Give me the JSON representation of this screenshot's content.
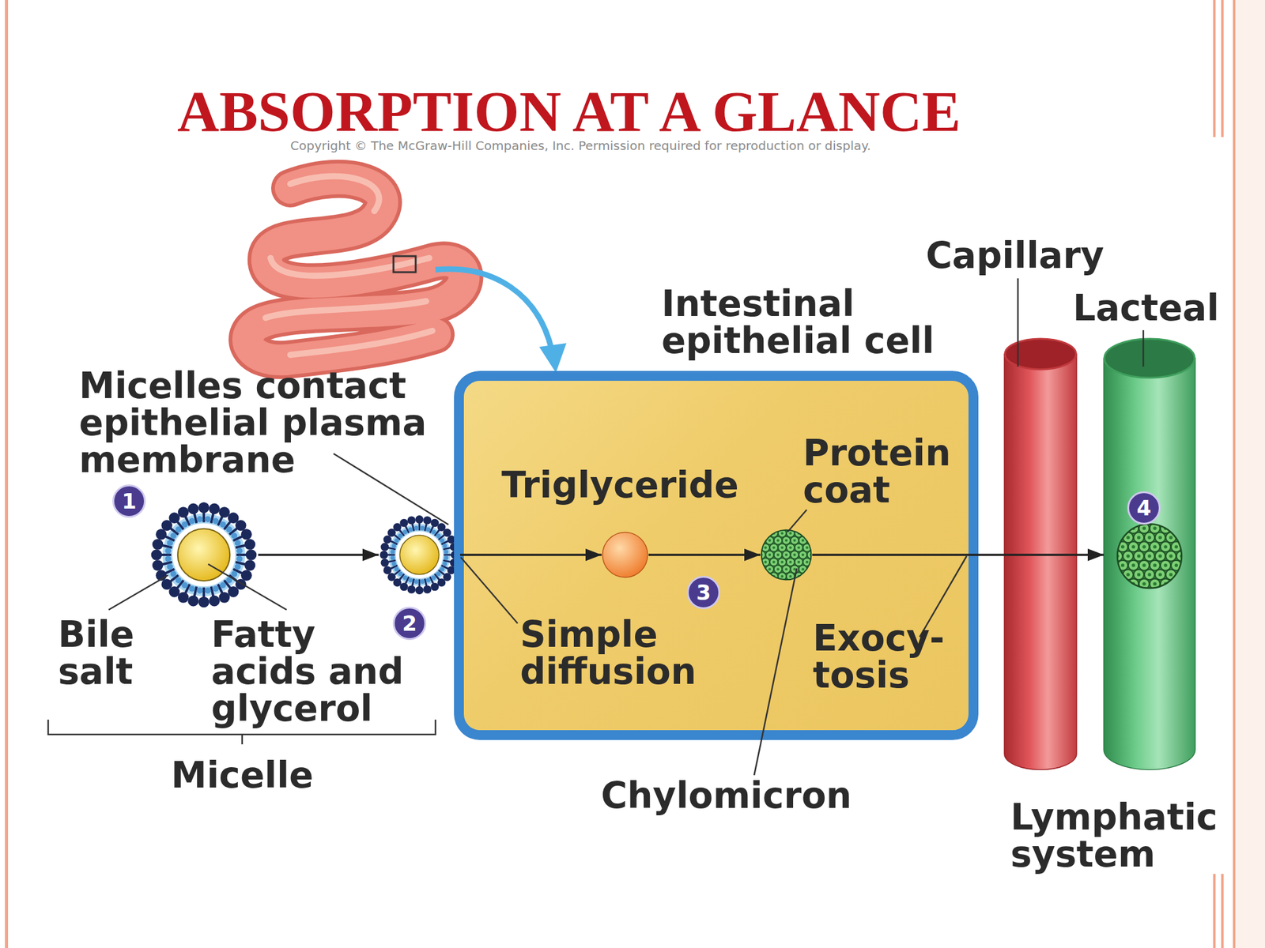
{
  "diagram": {
    "title": "ABSORPTION AT A GLANCE",
    "nodes": [
      {
        "text": [
          "Micelle"
        ]
      },
      {
        "text": [
          "Micelles contact epithelial plasma membrane"
        ]
      },
      {
        "text": [
          "Intestinal epithelial cell"
        ]
      },
      {
        "text": [
          "Triglyceride"
        ],
        "in": 2
      },
      {
        "text": [
          "Protein coat",
          "Chylomicron"
        ],
        "in": 2
      },
      {
        "text": [
          "Capillary"
        ]
      },
      {
        "text": [
          "Lacteal",
          "Lymphatic system"
        ]
      }
    ],
    "edges": [
      {
        "from": 0,
        "to": 1,
        "arrow": "to"
      },
      {
        "from": 1,
        "to": 3,
        "arrow": "to"
      },
      {
        "from": 3,
        "to": 4,
        "arrow": "to"
      },
      {
        "from": 4,
        "to": 6,
        "arrow": "to"
      }
    ],
    "labels": [
      "Copyright © The McGraw-Hill Companies, Inc. Permission required for reproduction or display.",
      "1",
      "Bile salt",
      "Fatty acids and glycerol",
      "2",
      "Simple diffusion",
      "3",
      "Exocy- tosis",
      "4"
    ]
  }
}
